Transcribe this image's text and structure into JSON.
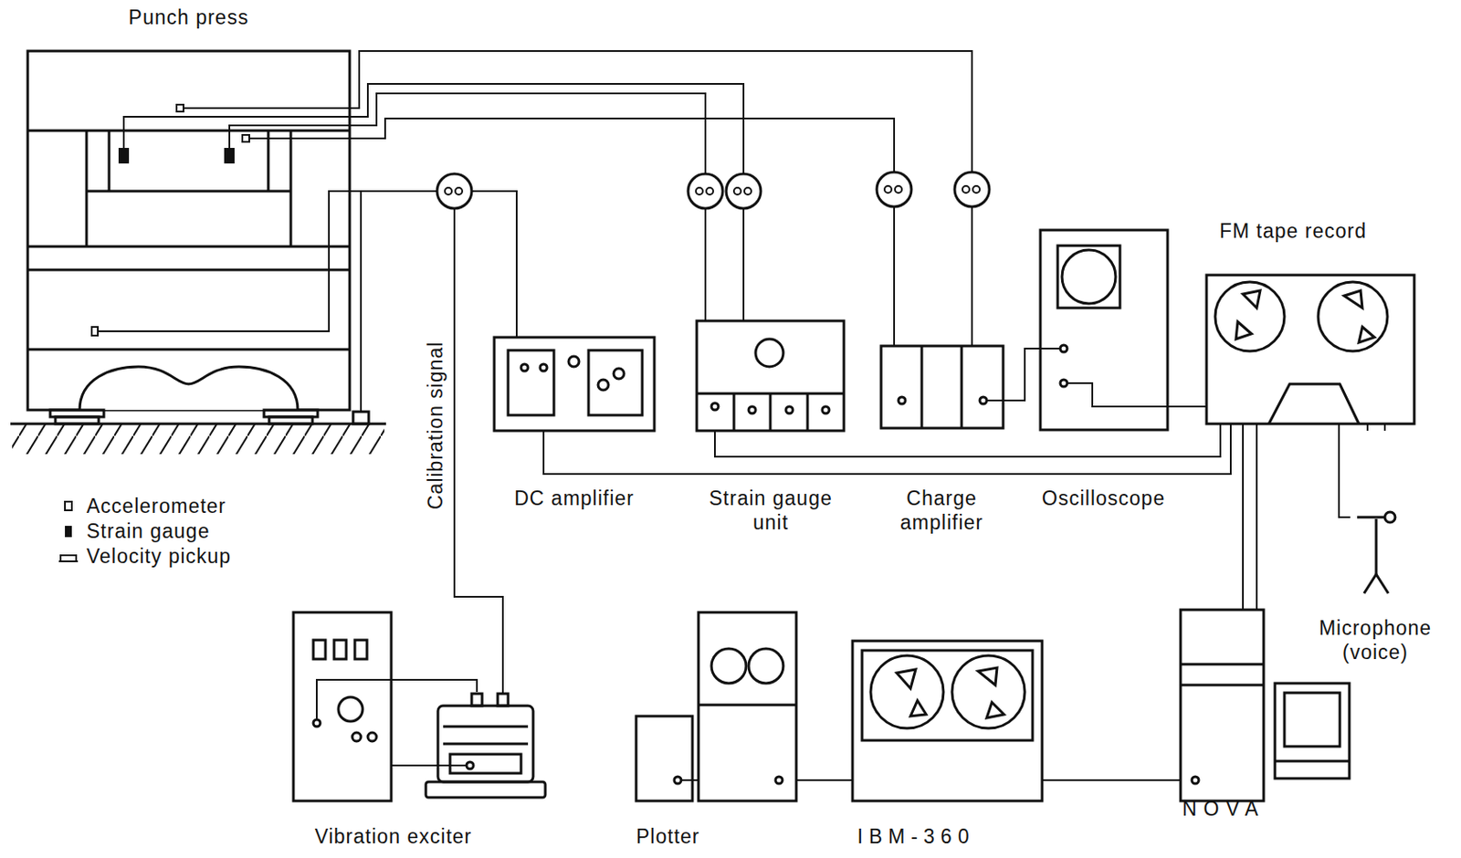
{
  "diagram": {
    "nodes": [
      {
        "text": [
          "Punch press"
        ]
      },
      {
        "text": [
          "DC amplifier"
        ]
      },
      {
        "text": [
          "Strain gauge unit"
        ]
      },
      {
        "text": [
          "Charge amplifier"
        ]
      },
      {
        "text": [
          "Oscilloscope"
        ]
      },
      {
        "text": [
          "FM tape record"
        ]
      },
      {
        "text": [
          "Vibration exciter"
        ]
      },
      {
        "text": [
          "Plotter"
        ]
      },
      {
        "text": [
          "IBM-360"
        ]
      },
      {
        "text": [
          "NOVA"
        ]
      },
      {
        "text": [
          "Microphone (voice)"
        ]
      }
    ],
    "edges": [
      {
        "from": 0,
        "to": 3,
        "arrow": "none"
      },
      {
        "from": 0,
        "to": 2,
        "arrow": "none"
      },
      {
        "from": 0,
        "to": 2,
        "arrow": "none"
      },
      {
        "from": 0,
        "to": 3,
        "arrow": "none"
      },
      {
        "from": 0,
        "to": 1,
        "arrow": "none"
      },
      {
        "from": 6,
        "to": 1,
        "arrow": "none"
      },
      {
        "from": 3,
        "to": 4,
        "arrow": "none"
      },
      {
        "from": 2,
        "to": 5,
        "arrow": "none"
      },
      {
        "from": 4,
        "to": 5,
        "arrow": "none"
      },
      {
        "from": 1,
        "to": 5,
        "arrow": "none"
      },
      {
        "from": 5,
        "to": 9,
        "arrow": "none"
      },
      {
        "from": 5,
        "to": 9,
        "arrow": "none"
      },
      {
        "from": 5,
        "to": 10,
        "arrow": "none"
      },
      {
        "from": 9,
        "to": 8,
        "arrow": "none"
      },
      {
        "from": 8,
        "to": 7,
        "arrow": "none"
      }
    ],
    "labels": [
      "Calibration signal"
    ],
    "legend": [
      {
        "text": "Accelerometer"
      },
      {
        "text": "Strain gauge"
      },
      {
        "text": "Velocity pickup"
      }
    ]
  }
}
